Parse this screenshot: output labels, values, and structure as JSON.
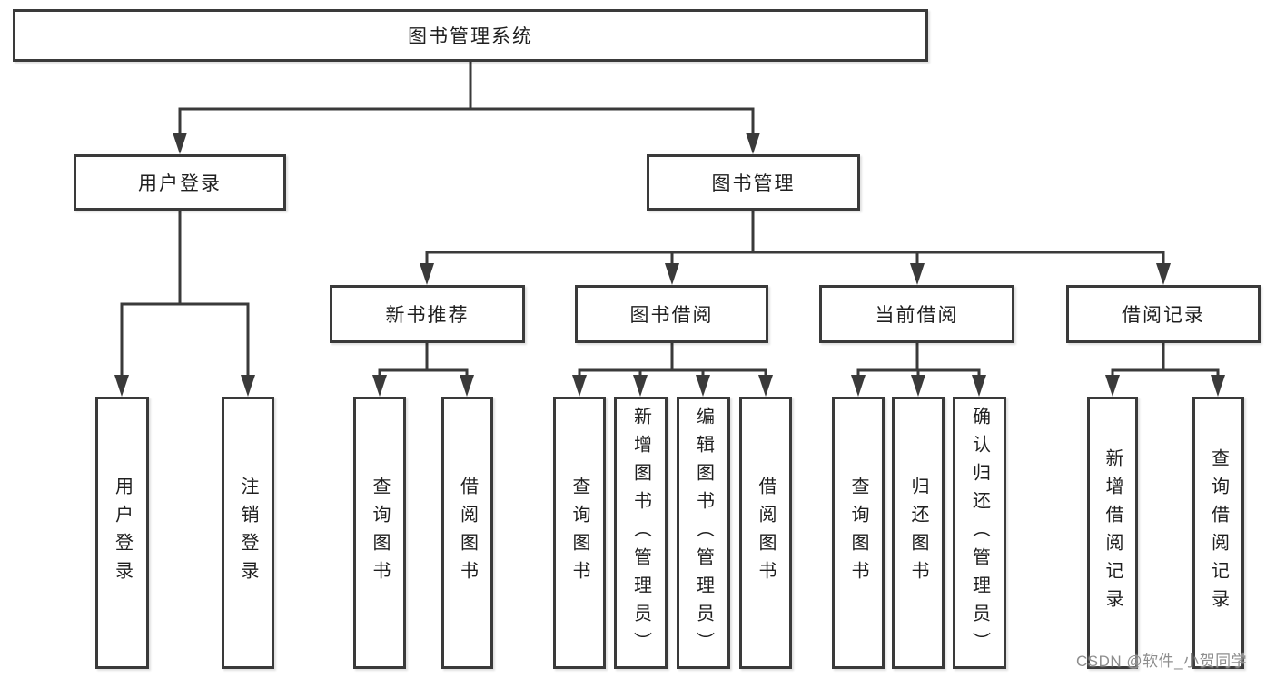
{
  "diagram": {
    "title": "图书管理系统",
    "branches": [
      {
        "label": "用户登录",
        "children": [
          {
            "label": "用户登录"
          },
          {
            "label": "注销登录"
          }
        ]
      },
      {
        "label": "图书管理",
        "children": [
          {
            "label": "新书推荐",
            "children": [
              {
                "label": "查询图书"
              },
              {
                "label": "借阅图书"
              }
            ]
          },
          {
            "label": "图书借阅",
            "children": [
              {
                "label": "查询图书"
              },
              {
                "label": "新增图书（管理员）"
              },
              {
                "label": "编辑图书（管理员）"
              },
              {
                "label": "借阅图书"
              }
            ]
          },
          {
            "label": "当前借阅",
            "children": [
              {
                "label": "查询图书"
              },
              {
                "label": "归还图书"
              },
              {
                "label": "确认归还（管理员）"
              }
            ]
          },
          {
            "label": "借阅记录",
            "children": [
              {
                "label": "新增借阅记录"
              },
              {
                "label": "查询借阅记录"
              }
            ]
          }
        ]
      }
    ]
  },
  "watermark": {
    "text": "CSDN @软件_小贺同学"
  },
  "colors": {
    "line": "#3a3a3a",
    "text": "#1f1f1f",
    "watermark": "#8e8e8e",
    "background": "#ffffff"
  }
}
